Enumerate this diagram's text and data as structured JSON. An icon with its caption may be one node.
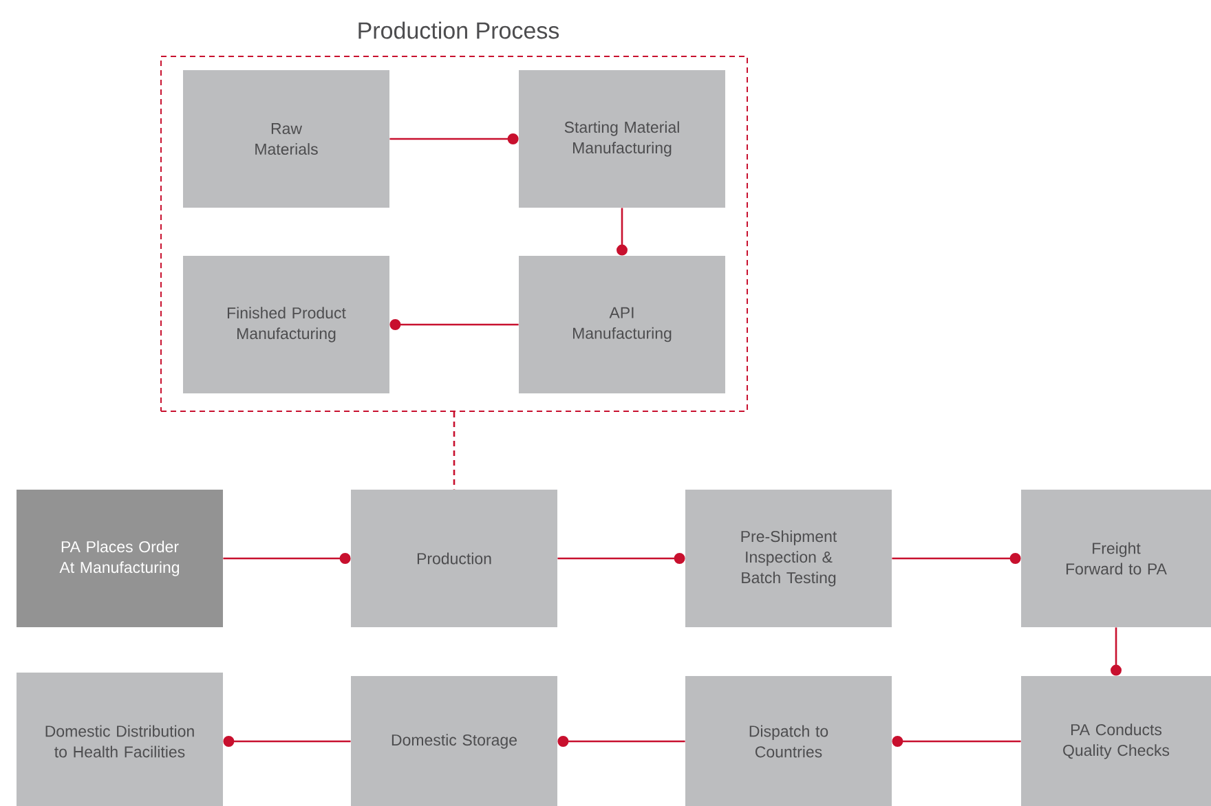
{
  "diagram": {
    "nodes": [
      {
        "text": [
          "Production Process"
        ]
      },
      {
        "text": [
          "Raw Materials"
        ],
        "in": 0
      },
      {
        "text": [
          "Starting Material Manufacturing"
        ],
        "in": 0
      },
      {
        "text": [
          "Finished Product Manufacturing"
        ],
        "in": 0
      },
      {
        "text": [
          "API Manufacturing"
        ],
        "in": 0
      },
      {
        "text": [
          "PA Places Order At Manufacturing"
        ]
      },
      {
        "text": [
          "Production"
        ]
      },
      {
        "text": [
          "Pre-Shipment Inspection & Batch Testing"
        ]
      },
      {
        "text": [
          "Freight Forward to PA"
        ]
      },
      {
        "text": [
          "Domestic Distribution to Health Facilities"
        ]
      },
      {
        "text": [
          "Domestic Storage"
        ]
      },
      {
        "text": [
          "Dispatch to Countries"
        ]
      },
      {
        "text": [
          "PA Conducts Quality Checks"
        ]
      }
    ],
    "edges": [
      {
        "from": 1,
        "to": 2,
        "arrow": "other"
      },
      {
        "from": 2,
        "to": 4,
        "arrow": "other"
      },
      {
        "from": 4,
        "to": 3,
        "arrow": "other"
      },
      {
        "from": 0,
        "to": 6,
        "arrow": "none",
        "style": "dashed"
      },
      {
        "from": 5,
        "to": 6,
        "arrow": "other"
      },
      {
        "from": 6,
        "to": 7,
        "arrow": "other"
      },
      {
        "from": 7,
        "to": 8,
        "arrow": "other"
      },
      {
        "from": 8,
        "to": 12,
        "arrow": "other"
      },
      {
        "from": 12,
        "to": 11,
        "arrow": "other"
      },
      {
        "from": 11,
        "to": 10,
        "arrow": "other"
      },
      {
        "from": 10,
        "to": 9,
        "arrow": "other"
      }
    ]
  }
}
